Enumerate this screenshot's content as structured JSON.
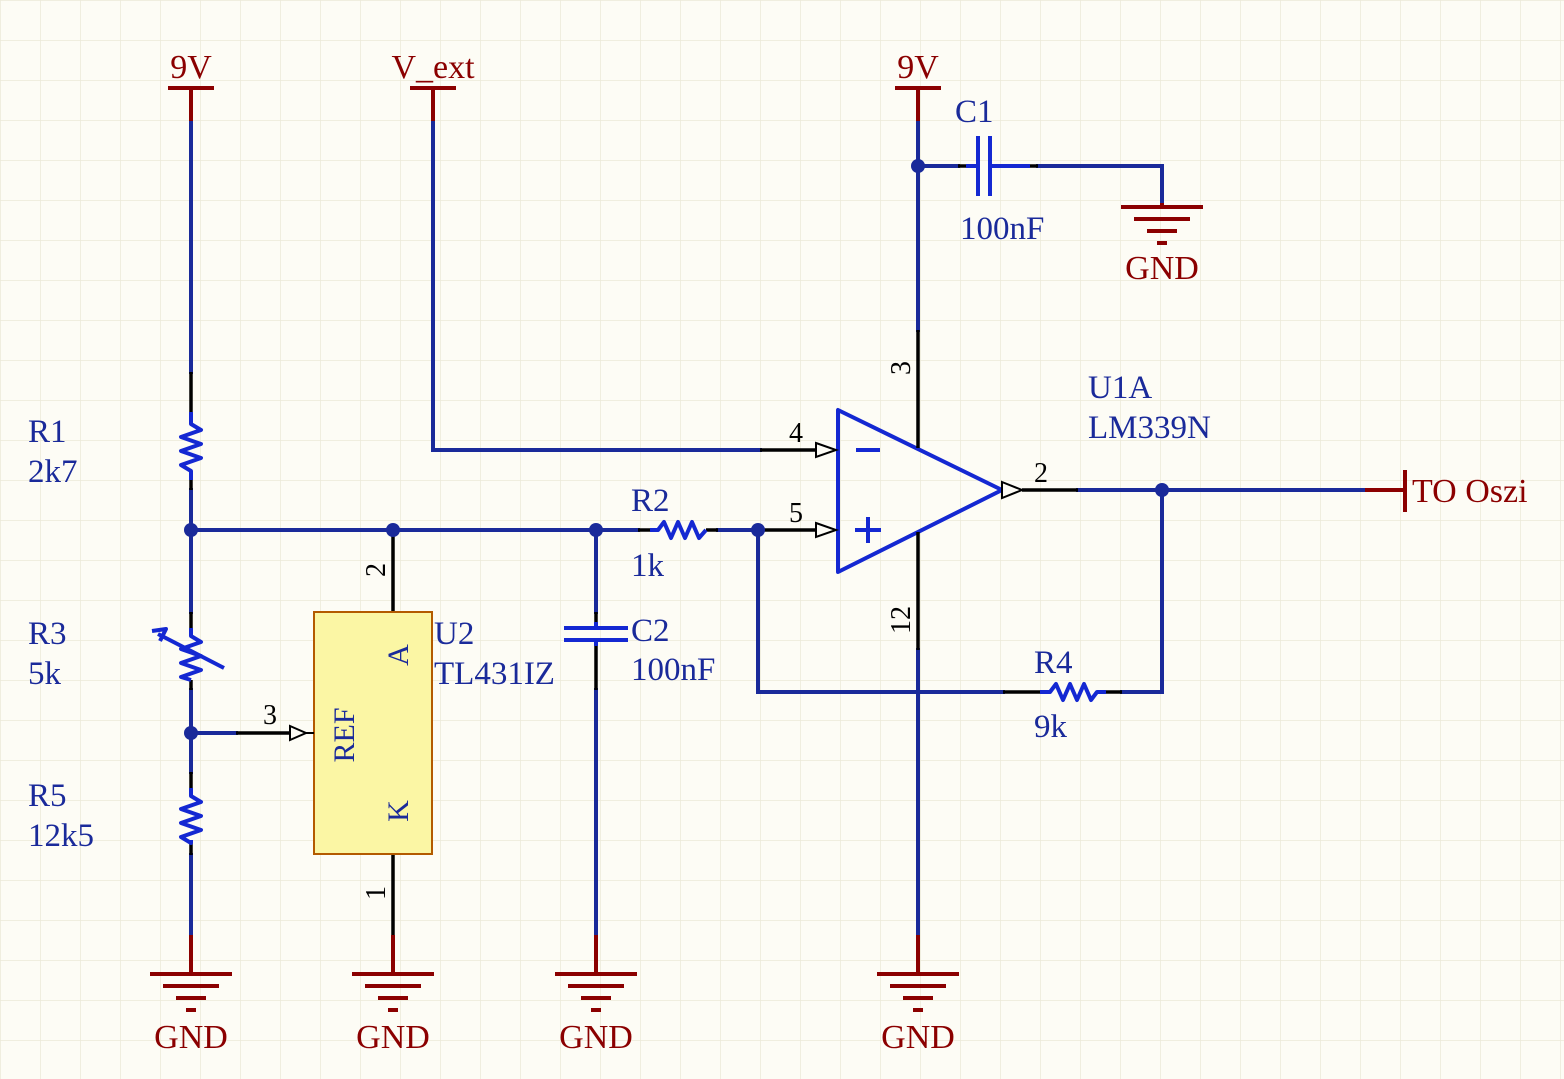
{
  "power": {
    "vcc_left": "9V",
    "vext": "V_ext",
    "vcc_right": "9V",
    "gnd_r1r5": "GND",
    "gnd_u2": "GND",
    "gnd_c2": "GND",
    "gnd_u1": "GND",
    "gnd_c1": "GND"
  },
  "output_port": "TO Oszi",
  "components": {
    "r1": {
      "designator": "R1",
      "value": "2k7"
    },
    "r2": {
      "designator": "R2",
      "value": "1k"
    },
    "r3": {
      "designator": "R3",
      "value": "5k"
    },
    "r4": {
      "designator": "R4",
      "value": "9k"
    },
    "r5": {
      "designator": "R5",
      "value": "12k5"
    },
    "c1": {
      "designator": "C1",
      "value": "100nF"
    },
    "c2": {
      "designator": "C2",
      "value": "100nF"
    },
    "u1": {
      "designator": "U1A",
      "part": "LM339N"
    },
    "u2": {
      "designator": "U2",
      "part": "TL431IZ",
      "pin_a": "A",
      "pin_ref": "REF",
      "pin_k": "K"
    }
  },
  "pins": {
    "u1_inv": "4",
    "u1_noninv": "5",
    "u1_out": "2",
    "u1_vcc": "3",
    "u1_gnd": "12",
    "u2_a": "2",
    "u2_ref": "3",
    "u2_k": "1"
  },
  "colors": {
    "wire": "#1a2a9a",
    "component": "#1428d2",
    "net_label": "#8b0000",
    "ic_fill": "#fbf6a4",
    "background": "#fdfcf5"
  }
}
